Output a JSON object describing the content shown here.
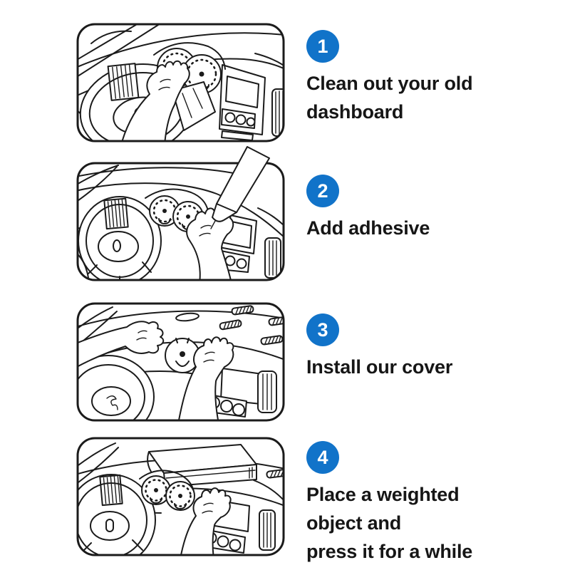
{
  "page": {
    "background": "#ffffff"
  },
  "theme": {
    "accent_blue": "#1173c9",
    "badge_text_color": "#ffffff",
    "line_art_color": "#1b1b1b",
    "caption_text_color": "#161616"
  },
  "steps": [
    {
      "number": "1",
      "lines": [
        "Clean out your old",
        "dashboard"
      ],
      "illustration": "hand-wiping-dashboard-with-cloth"
    },
    {
      "number": "2",
      "lines": [
        "Add adhesive"
      ],
      "illustration": "glue-tube-adding-adhesive-to-dashboard"
    },
    {
      "number": "3",
      "lines": [
        "Install our cover"
      ],
      "illustration": "hands-pressing-dash-cover-onto-dashboard"
    },
    {
      "number": "4",
      "lines": [
        "Place a weighted",
        "object and",
        "press it for a while"
      ],
      "illustration": "weighted-book-on-dashboard"
    }
  ]
}
